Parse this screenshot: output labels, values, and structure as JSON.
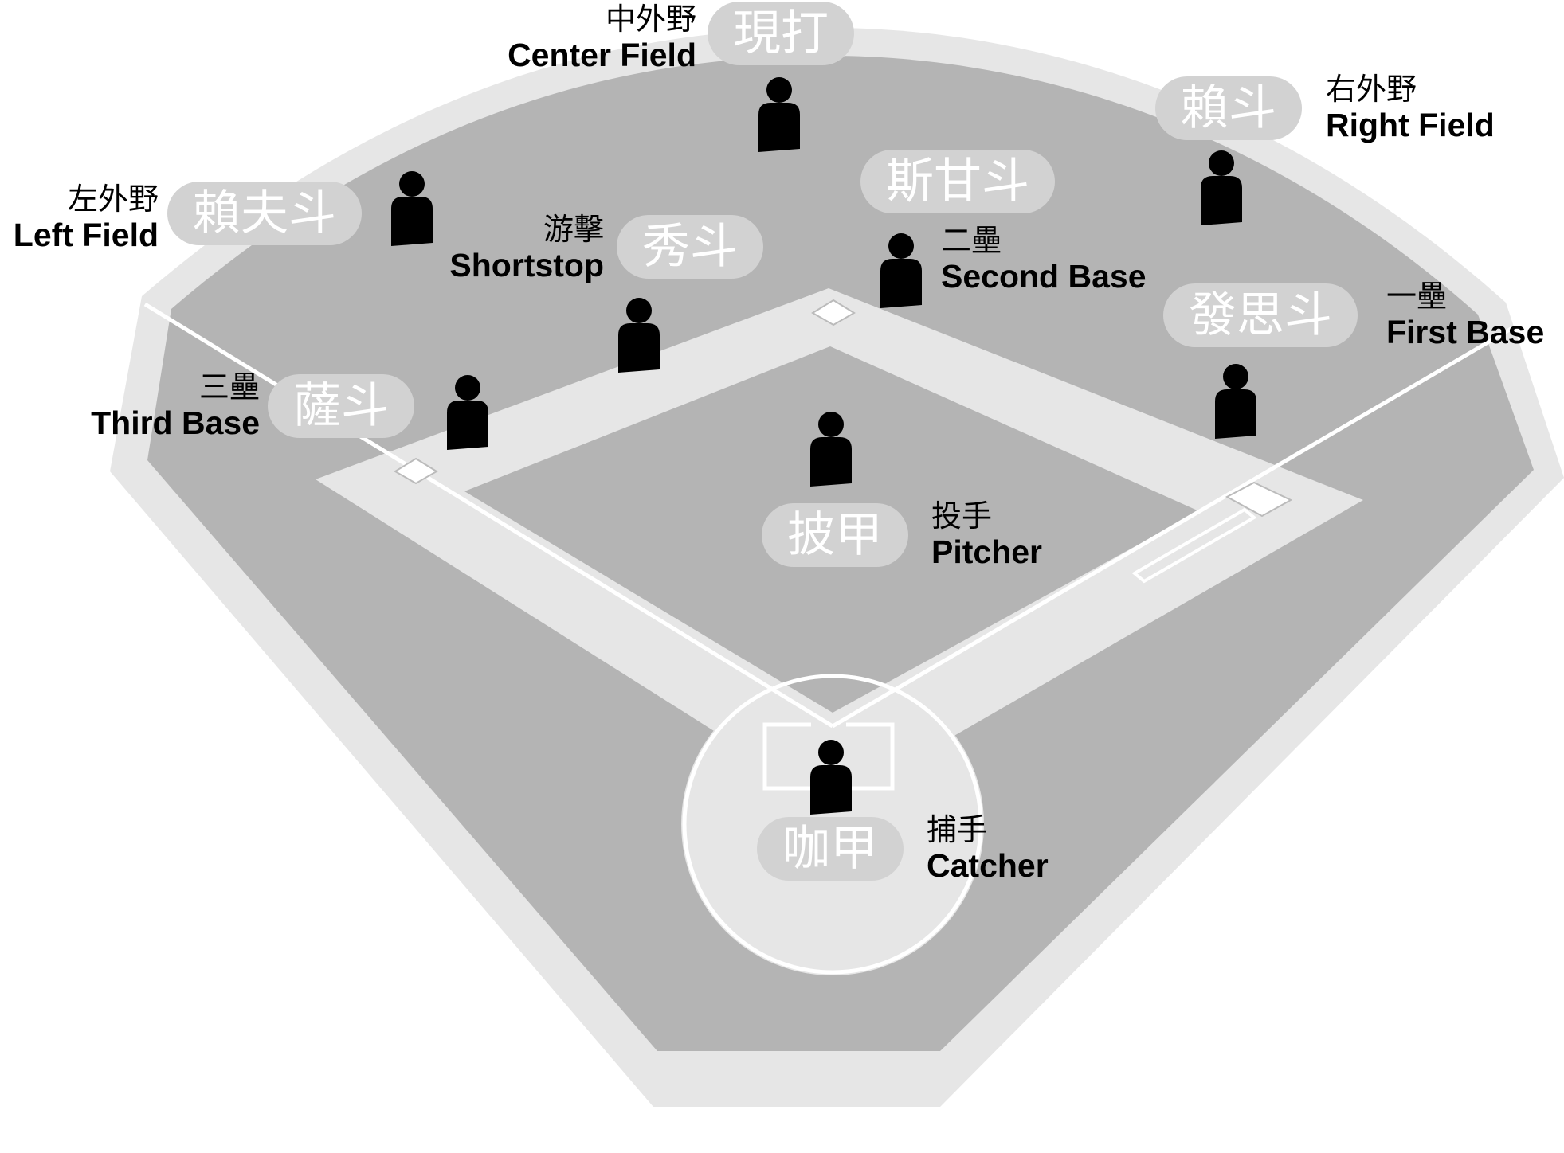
{
  "colors": {
    "warning_track": "#e6e6e6",
    "grass": "#b4b4b4",
    "infield_dirt": "#e6e6e6",
    "lines": "#ffffff",
    "pill_bg": "#d2d2d2",
    "player": "#000000"
  },
  "icons": {
    "player": "person-silhouette-icon",
    "base": "base-icon"
  },
  "positions": {
    "center_field": {
      "zh": "中外野",
      "en": "Center Field",
      "term": "現打"
    },
    "right_field": {
      "zh": "右外野",
      "en": "Right Field",
      "term": "賴斗"
    },
    "left_field": {
      "zh": "左外野",
      "en": "Left Field",
      "term": "賴夫斗"
    },
    "shortstop": {
      "zh": "游擊",
      "en": "Shortstop",
      "term": "秀斗"
    },
    "second_base": {
      "zh": "二壘",
      "en": "Second Base",
      "term": "斯甘斗"
    },
    "first_base": {
      "zh": "一壘",
      "en": "First Base",
      "term": "發思斗"
    },
    "third_base": {
      "zh": "三壘",
      "en": "Third Base",
      "term": "薩斗"
    },
    "pitcher": {
      "zh": "投手",
      "en": "Pitcher",
      "term": "披甲"
    },
    "catcher": {
      "zh": "捕手",
      "en": "Catcher",
      "term": "咖甲"
    }
  }
}
